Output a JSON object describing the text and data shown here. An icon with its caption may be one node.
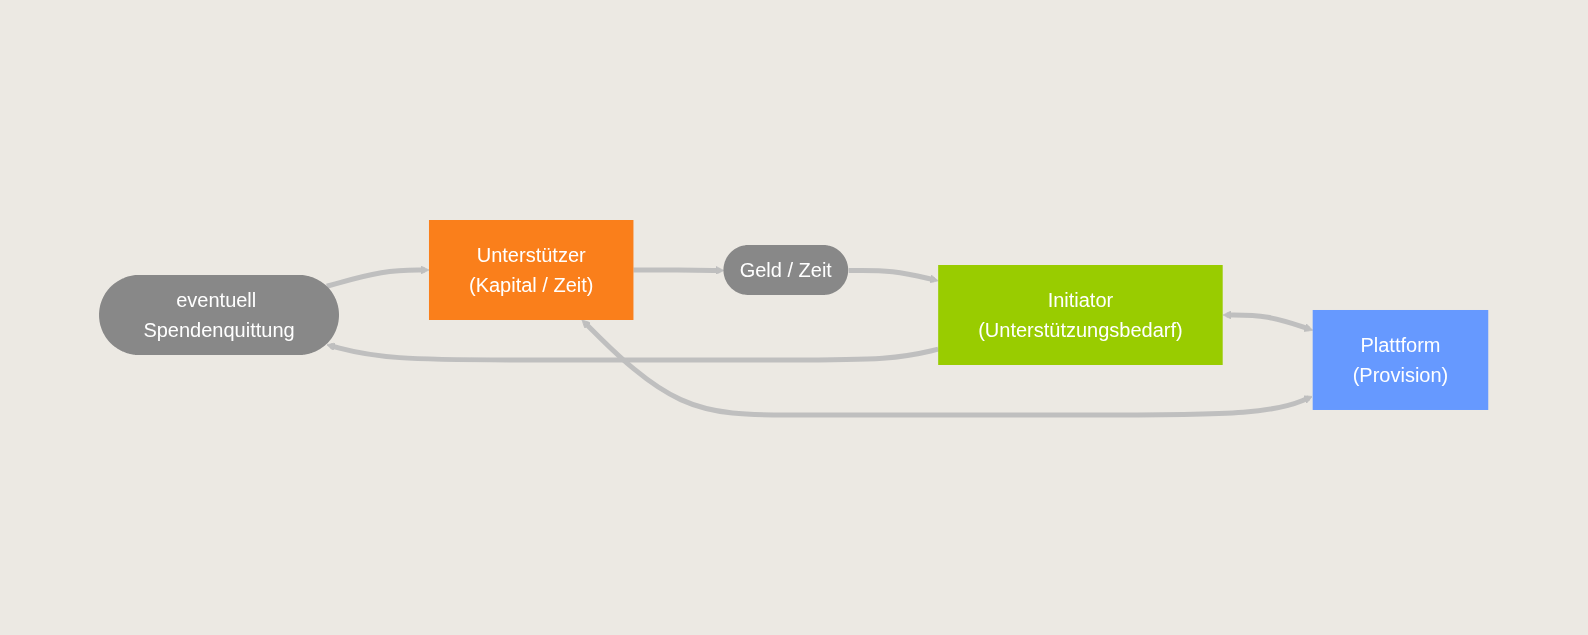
{
  "diagram": {
    "nodes": [
      {
        "text": [
          "eventuell Spendenquittung"
        ]
      },
      {
        "text": [
          "Initiator",
          "(Unterstützungsbedarf)"
        ]
      },
      {
        "text": [
          "Plattform",
          "(Provision)"
        ]
      },
      {
        "text": [
          "Unterstützer",
          "(Kapital / Zeit)"
        ]
      },
      {
        "text": [
          "Geld / Zeit"
        ]
      }
    ],
    "edges": [
      {
        "from": 1,
        "to": 0,
        "arrow": "to"
      },
      {
        "from": 0,
        "to": 3,
        "arrow": "to"
      },
      {
        "from": 1,
        "to": 2,
        "arrow": "both"
      },
      {
        "from": 2,
        "to": 3,
        "arrow": "both"
      },
      {
        "from": 3,
        "to": 4,
        "arrow": "to"
      },
      {
        "from": 4,
        "to": 1,
        "arrow": "to"
      }
    ]
  }
}
